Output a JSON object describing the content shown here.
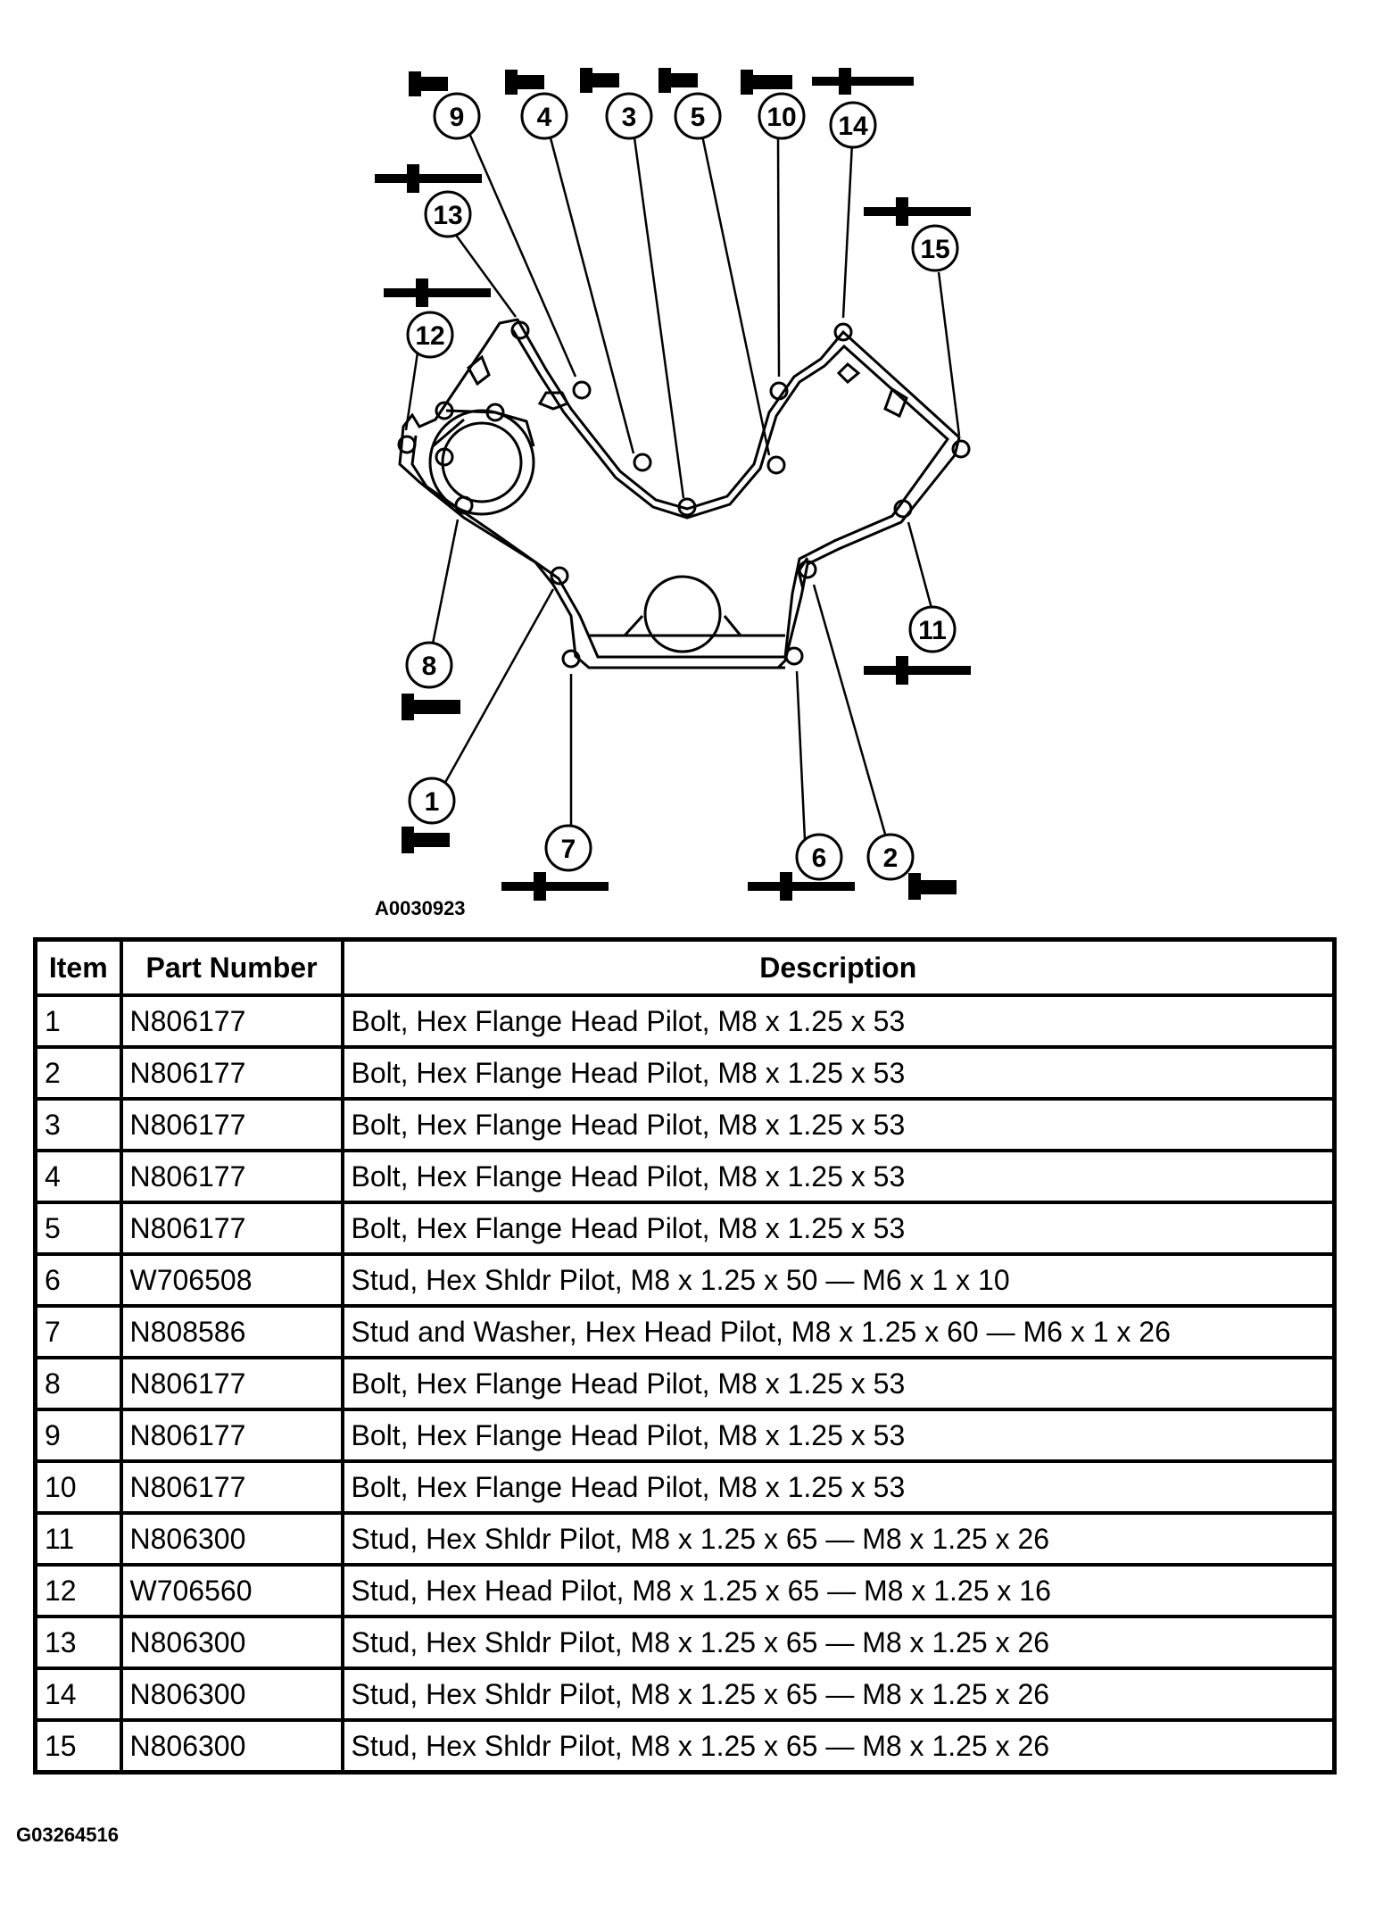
{
  "diagram": {
    "figure_code": "A0030923",
    "callouts": [
      {
        "id": "1",
        "label": "1"
      },
      {
        "id": "2",
        "label": "2"
      },
      {
        "id": "3",
        "label": "3"
      },
      {
        "id": "4",
        "label": "4"
      },
      {
        "id": "5",
        "label": "5"
      },
      {
        "id": "6",
        "label": "6"
      },
      {
        "id": "7",
        "label": "7"
      },
      {
        "id": "8",
        "label": "8"
      },
      {
        "id": "9",
        "label": "9"
      },
      {
        "id": "10",
        "label": "10"
      },
      {
        "id": "11",
        "label": "11"
      },
      {
        "id": "12",
        "label": "12"
      },
      {
        "id": "13",
        "label": "13"
      },
      {
        "id": "14",
        "label": "14"
      },
      {
        "id": "15",
        "label": "15"
      }
    ]
  },
  "table": {
    "headers": {
      "item": "Item",
      "part_number": "Part Number",
      "description": "Description"
    },
    "rows": [
      {
        "item": "1",
        "part": "N806177",
        "desc": "Bolt, Hex Flange Head Pilot, M8 x 1.25 x 53"
      },
      {
        "item": "2",
        "part": "N806177",
        "desc": "Bolt, Hex Flange Head Pilot, M8 x 1.25 x 53"
      },
      {
        "item": "3",
        "part": "N806177",
        "desc": "Bolt, Hex Flange Head Pilot, M8 x 1.25 x 53"
      },
      {
        "item": "4",
        "part": "N806177",
        "desc": "Bolt, Hex Flange Head Pilot, M8 x 1.25 x 53"
      },
      {
        "item": "5",
        "part": "N806177",
        "desc": "Bolt, Hex Flange Head Pilot, M8 x 1.25 x 53"
      },
      {
        "item": "6",
        "part": "W706508",
        "desc": "Stud, Hex Shldr Pilot, M8 x 1.25 x 50 — M6 x 1 x 10"
      },
      {
        "item": "7",
        "part": "N808586",
        "desc": "Stud and Washer, Hex Head Pilot, M8 x 1.25 x 60  — M6 x 1 x 26"
      },
      {
        "item": "8",
        "part": "N806177",
        "desc": "Bolt, Hex Flange Head Pilot, M8 x 1.25 x 53"
      },
      {
        "item": "9",
        "part": "N806177",
        "desc": "Bolt, Hex Flange Head Pilot, M8 x 1.25 x 53"
      },
      {
        "item": "10",
        "part": "N806177",
        "desc": "Bolt, Hex Flange Head Pilot, M8 x 1.25 x 53"
      },
      {
        "item": "11",
        "part": "N806300",
        "desc": "Stud, Hex Shldr Pilot, M8 x 1.25 x 65 — M8 x 1.25 x 26"
      },
      {
        "item": "12",
        "part": "W706560",
        "desc": "Stud, Hex Head Pilot, M8 x 1.25 x 65  — M8 x 1.25 x 16"
      },
      {
        "item": "13",
        "part": "N806300",
        "desc": "Stud, Hex Shldr Pilot, M8 x 1.25 x 65 — M8 x 1.25 x 26"
      },
      {
        "item": "14",
        "part": "N806300",
        "desc": "Stud, Hex Shldr Pilot, M8 x 1.25 x 65 — M8 x 1.25 x 26"
      },
      {
        "item": "15",
        "part": "N806300",
        "desc": "Stud, Hex Shldr Pilot, M8 x 1.25 x 65 — M8 x 1.25 x 26"
      }
    ]
  },
  "footer": {
    "code": "G03264516"
  }
}
